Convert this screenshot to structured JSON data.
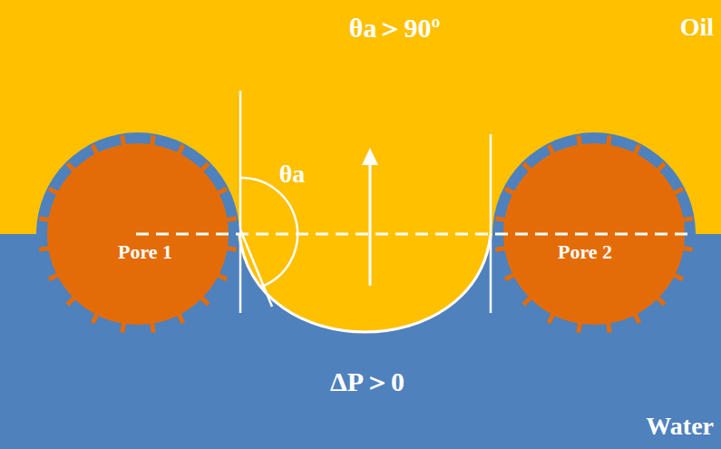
{
  "diagram": {
    "nodes": [
      {
        "text": [
          "Pore 1"
        ]
      },
      {
        "text": [
          "Pore 2"
        ]
      }
    ],
    "labels": [
      "θa＞90º",
      "Oil",
      "θa",
      "ΔP＞0",
      "Water"
    ]
  }
}
